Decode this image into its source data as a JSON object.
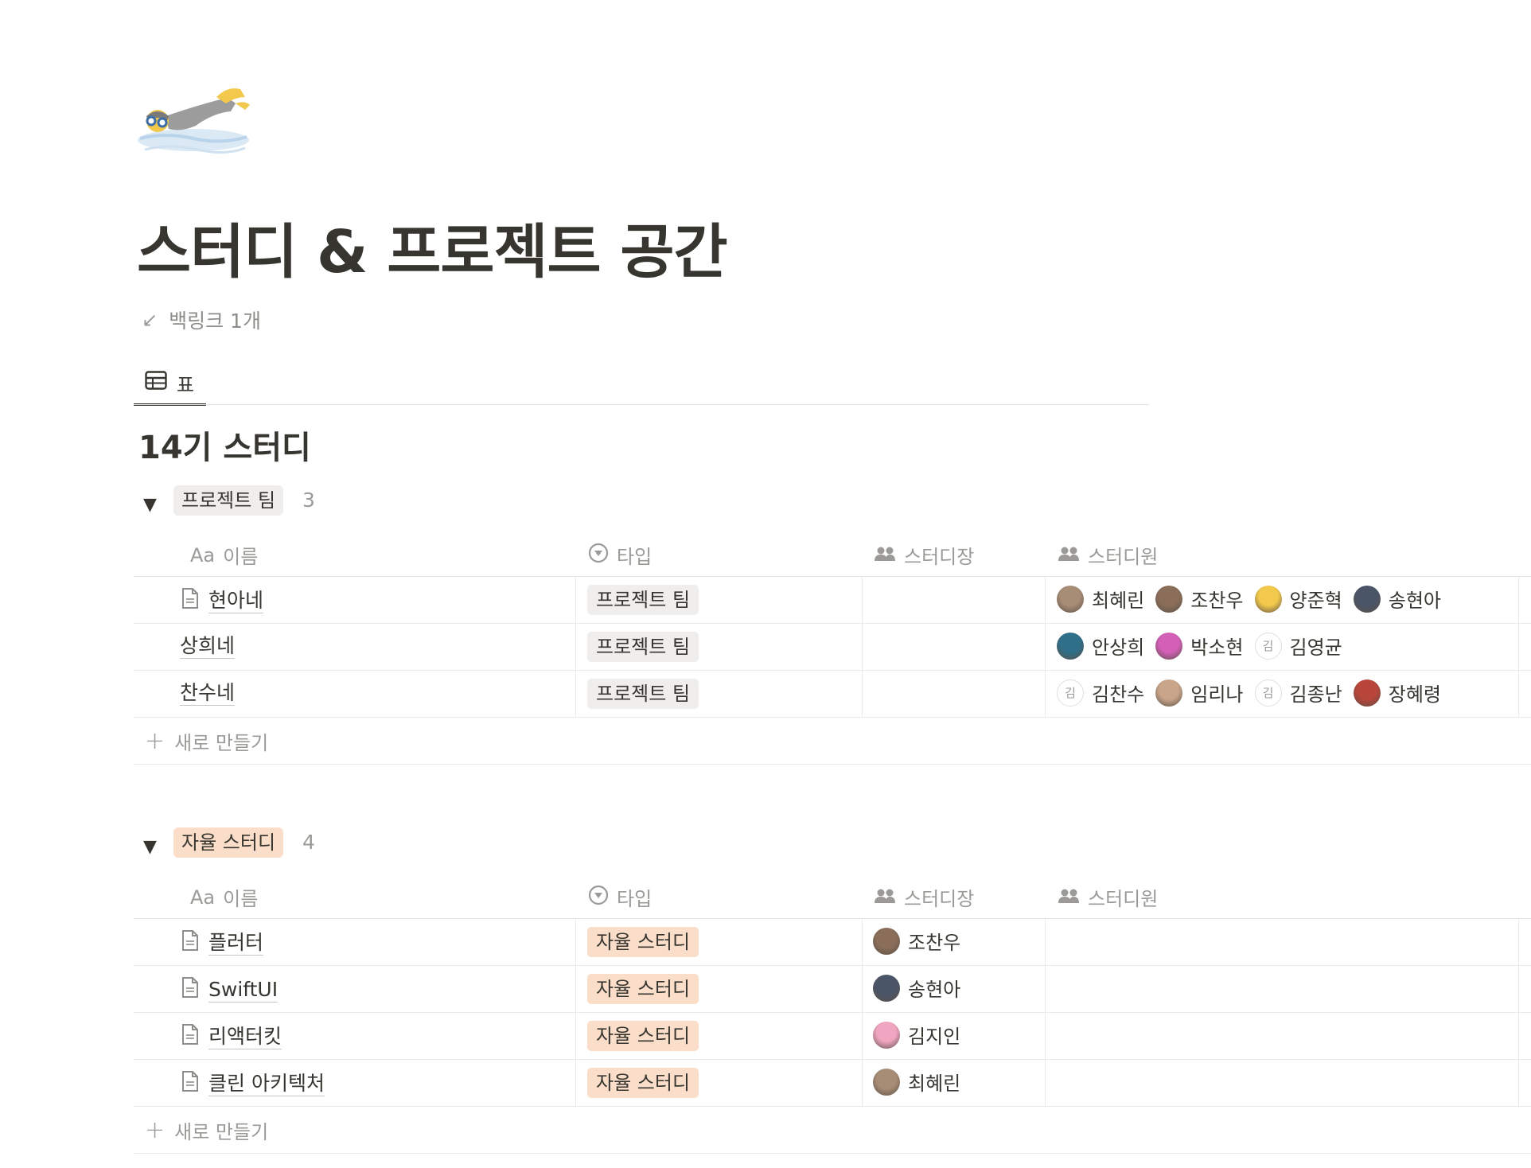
{
  "page": {
    "icon": "swimmer-icon",
    "title": "스터디 & 프로젝트 공간",
    "backlink": "백링크 1개",
    "view_tab": "표",
    "database_title": "14기 스터디"
  },
  "columns": {
    "name": "이름",
    "name_prefix": "Aa",
    "type": "타입",
    "leader": "스터디장",
    "members": "스터디원"
  },
  "new_row_label": "새로 만들기",
  "groups": [
    {
      "tag": "프로젝트 팀",
      "tag_color": "#efeeec",
      "count": "3",
      "rows": [
        {
          "name": "현아네",
          "has_page_icon": true,
          "type": "프로젝트 팀",
          "leader": null,
          "members": [
            {
              "name": "최혜린",
              "avatar": "#a88d76"
            },
            {
              "name": "조찬우",
              "avatar": "#8b6e5a"
            },
            {
              "name": "양준혁",
              "avatar": "#f2c94c"
            },
            {
              "name": "송현아",
              "avatar": "#4a5568"
            }
          ]
        },
        {
          "name": "상희네",
          "has_page_icon": false,
          "type": "프로젝트 팀",
          "leader": null,
          "members": [
            {
              "name": "안상희",
              "avatar": "#2f6f8a"
            },
            {
              "name": "박소현",
              "avatar": "#d35fb7"
            },
            {
              "name": "김영균",
              "avatar": "init",
              "initial": "김"
            }
          ]
        },
        {
          "name": "찬수네",
          "has_page_icon": false,
          "type": "프로젝트 팀",
          "leader": null,
          "members": [
            {
              "name": "김찬수",
              "avatar": "init",
              "initial": "김"
            },
            {
              "name": "임리나",
              "avatar": "#c9a58a"
            },
            {
              "name": "김종난",
              "avatar": "init",
              "initial": "김"
            },
            {
              "name": "장혜령",
              "avatar": "#b8453a"
            }
          ]
        }
      ]
    },
    {
      "tag": "자율 스터디",
      "tag_color": "#fadec9",
      "count": "4",
      "rows": [
        {
          "name": "플러터",
          "has_page_icon": true,
          "type": "자율 스터디",
          "leader": {
            "name": "조찬우",
            "avatar": "#8b6e5a"
          },
          "members": []
        },
        {
          "name": "SwiftUI",
          "has_page_icon": true,
          "type": "자율 스터디",
          "leader": {
            "name": "송현아",
            "avatar": "#4a5568"
          },
          "members": []
        },
        {
          "name": "리액터킷",
          "has_page_icon": true,
          "type": "자율 스터디",
          "leader": {
            "name": "김지인",
            "avatar": "#f0a5c0"
          },
          "members": []
        },
        {
          "name": "클린 아키텍처",
          "has_page_icon": true,
          "type": "자율 스터디",
          "leader": {
            "name": "최혜린",
            "avatar": "#a88d76"
          },
          "members": []
        }
      ]
    }
  ]
}
